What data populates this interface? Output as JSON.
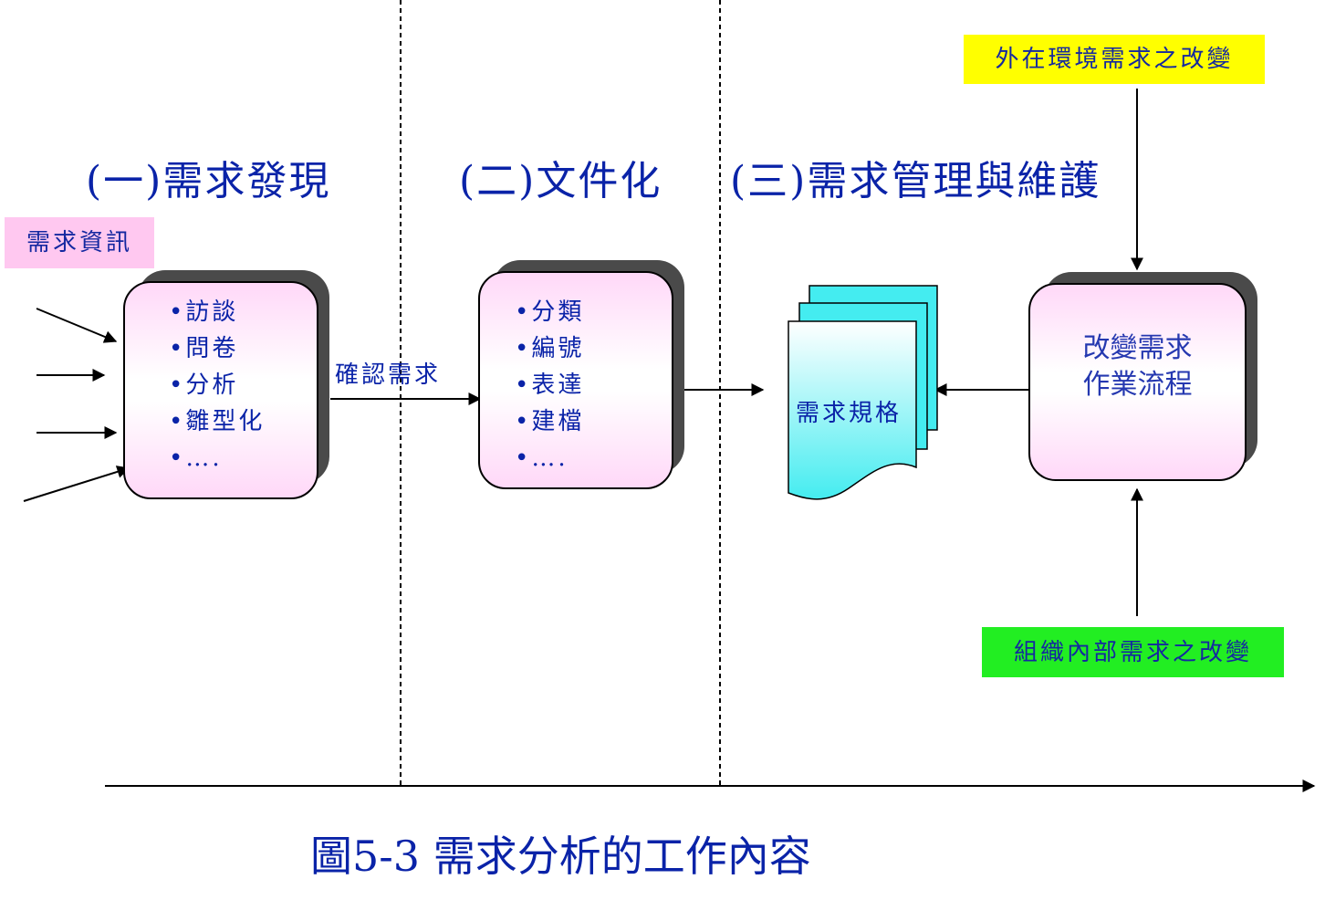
{
  "phases": [
    {
      "title": "(一)需求發現"
    },
    {
      "title": "(二)文件化"
    },
    {
      "title": "(三)需求管理與維護"
    }
  ],
  "input_tag": {
    "label": "需求資訊",
    "color": "#ffc8f0"
  },
  "discovery_box": {
    "items": [
      "•訪談",
      "•問卷",
      "•分析",
      "•雛型化",
      "•…."
    ]
  },
  "confirm_label": "確認需求",
  "document_box": {
    "items": [
      "•分類",
      "•編號",
      "•表達",
      "•建檔",
      "•…."
    ]
  },
  "spec_doc": {
    "label": "需求規格",
    "color": "#44ecf0"
  },
  "change_process": {
    "line1": "改變需求",
    "line2": "作業流程"
  },
  "external_change": {
    "label": "外在環境需求之改變",
    "color": "#ffff00"
  },
  "internal_change": {
    "label": "組織內部需求之改變",
    "color": "#22ee22"
  },
  "caption": "圖5-3 需求分析的工作內容"
}
